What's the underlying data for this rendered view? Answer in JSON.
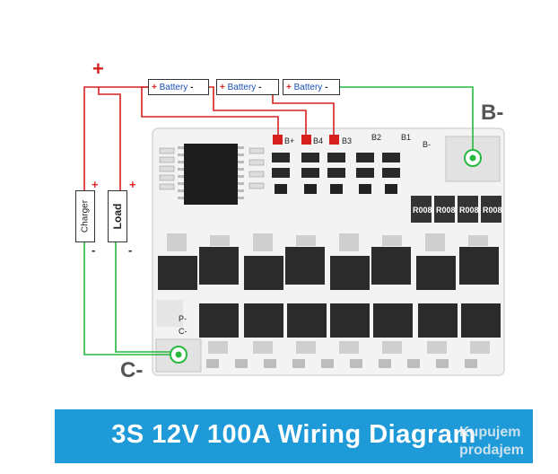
{
  "terminals": {
    "b_minus": "B-",
    "c_minus": "C-",
    "main_plus": "+"
  },
  "batteries": [
    {
      "plus": "+",
      "label": "Battery",
      "minus": "-"
    },
    {
      "plus": "+",
      "label": "Battery",
      "minus": "-"
    },
    {
      "plus": "+",
      "label": "Battery",
      "minus": "-"
    }
  ],
  "charger": {
    "label": "Charger",
    "plus": "+",
    "minus": "-"
  },
  "load": {
    "label": "Load",
    "plus": "+",
    "minus": "-"
  },
  "board": {
    "pads": [
      "B+",
      "B4",
      "B3",
      "B2",
      "B1",
      "B-"
    ],
    "side_pads": [
      "P-",
      "C-"
    ],
    "shunts": [
      "R008",
      "R008",
      "R008",
      "R008"
    ]
  },
  "banner": {
    "title": "3S 12V 100A Wiring Diagram"
  },
  "watermark": {
    "line1": "Kupujem",
    "line2": "prodajem"
  },
  "colors": {
    "red_wire": "#d62020",
    "green_wire": "#27b840",
    "banner": "#1f9ad8",
    "board": "#f4f4f4"
  }
}
